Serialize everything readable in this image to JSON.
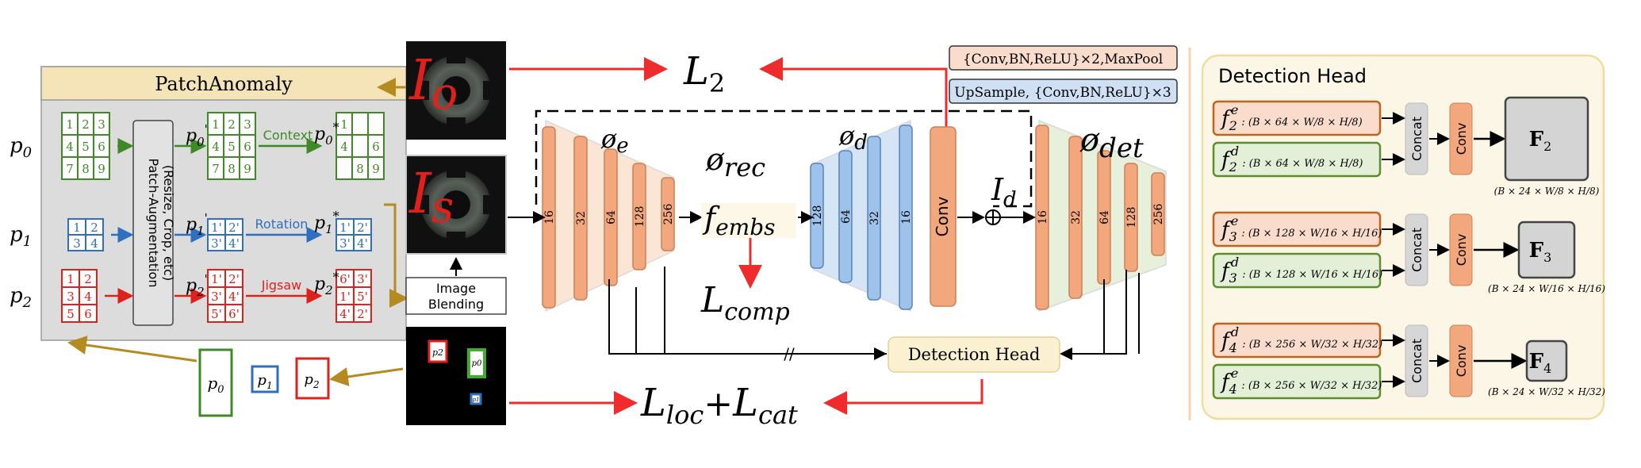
{
  "patch_anomaly": {
    "title": "PatchAnomaly",
    "augmentation": "Patch-Augmentation",
    "augmentation_sub": "(Resize, Crop, etc)",
    "rows": [
      {
        "sym": "p",
        "sub": "0",
        "grid": [
          "1",
          "2",
          "3",
          "4",
          "5",
          "6",
          "7",
          "8",
          "9"
        ],
        "aug_grid": [
          "1",
          "2",
          "3",
          "4",
          "5",
          "6",
          "7",
          "8",
          "9"
        ],
        "op": "Context",
        "result_grid": [
          "1",
          "",
          "",
          "4",
          "",
          "6",
          "",
          "8",
          "9"
        ],
        "color": "#3f8a26"
      },
      {
        "sym": "p",
        "sub": "1",
        "grid": [
          "1",
          "2",
          "3",
          "4"
        ],
        "aug_grid": [
          "1'",
          "2'",
          "3'",
          "4'"
        ],
        "op": "Rotation",
        "result_grid": [
          "1'",
          "2'",
          "3'",
          "4'"
        ],
        "color": "#2f6fbf"
      },
      {
        "sym": "p",
        "sub": "2",
        "grid": [
          "1",
          "2",
          "3",
          "4",
          "5",
          "6"
        ],
        "aug_grid": [
          "1'",
          "2'",
          "3'",
          "4'",
          "5'",
          "6'"
        ],
        "op": "Jigsaw",
        "result_grid": [
          "6'",
          "3'",
          "1'",
          "5'",
          "4'",
          "2'"
        ],
        "color": "#e0201b"
      }
    ],
    "outputs": [
      "p0",
      "p1",
      "p2"
    ]
  },
  "images": {
    "io": {
      "sym": "I",
      "sub": "o"
    },
    "is": {
      "sym": "I",
      "sub": "s"
    },
    "id": {
      "sym": "I",
      "sub": "d"
    },
    "blending": [
      "Image",
      "Blending"
    ],
    "mask_labels": [
      "p2",
      "p0",
      "p1"
    ]
  },
  "losses": {
    "l2": {
      "sym": "L",
      "sub": "2"
    },
    "comp": {
      "sym": "L",
      "sub": "comp"
    },
    "loc": {
      "sym": "L",
      "sub": "loc"
    },
    "plus": "+",
    "cat": {
      "sym": "L",
      "sub": "cat"
    }
  },
  "network": {
    "encoder_label": {
      "sym": "ø",
      "sub": "e"
    },
    "rec_label": {
      "sym": "ø",
      "sub": "rec"
    },
    "decoder_label": {
      "sym": "ø",
      "sub": "d"
    },
    "det_label": {
      "sym": "ø",
      "sub": "det"
    },
    "embs": {
      "sym": "f",
      "sub": "embs"
    },
    "encoder_channels": [
      "16",
      "32",
      "64",
      "128",
      "256"
    ],
    "decoder_channels": [
      "128",
      "64",
      "32",
      "16"
    ],
    "det_channels": [
      "16",
      "32",
      "64",
      "128",
      "256"
    ],
    "conv": "Conv",
    "detection_head": "Detection Head",
    "skip_mark": "//",
    "legend": {
      "down": "{Conv,BN,ReLU}×2,MaxPool",
      "up": "UpSample, {Conv,BN,ReLU}×3",
      "down_color": "#f9dccb",
      "up_color": "#cfe0f4"
    }
  },
  "detection_head_panel": {
    "title": "Detection Head",
    "concat": "Concat",
    "conv": "Conv",
    "groups": [
      {
        "rows": [
          {
            "sym": "f",
            "sub": "2",
            "sup": "e",
            "shape": "(B × 64 × W/8 × H/8)",
            "color": "#c0631c"
          },
          {
            "sym": "f",
            "sub": "2",
            "sup": "d",
            "shape": "(B × 64 × W/8 × H/8)",
            "color": "#5a8f2c"
          }
        ],
        "out": {
          "sym": "F",
          "sub": "2"
        },
        "out_shape": "(B × 24 × W/8 × H/8)"
      },
      {
        "rows": [
          {
            "sym": "f",
            "sub": "3",
            "sup": "e",
            "shape": "(B × 128 × W/16 × H/16)",
            "color": "#c0631c"
          },
          {
            "sym": "f",
            "sub": "3",
            "sup": "d",
            "shape": "(B × 128 × W/16 × H/16)",
            "color": "#5a8f2c"
          }
        ],
        "out": {
          "sym": "F",
          "sub": "3"
        },
        "out_shape": "(B × 24 × W/16 × H/16)"
      },
      {
        "rows": [
          {
            "sym": "f",
            "sub": "4",
            "sup": "d",
            "shape": "(B × 256 × W/32 × H/32)",
            "color": "#c0631c"
          },
          {
            "sym": "f",
            "sub": "4",
            "sup": "e",
            "shape": "(B × 256 × W/32 × H/32)",
            "color": "#5a8f2c"
          }
        ],
        "out": {
          "sym": "F",
          "sub": "4"
        },
        "out_shape": "(B × 24 × W/32 × H/32)"
      }
    ]
  }
}
